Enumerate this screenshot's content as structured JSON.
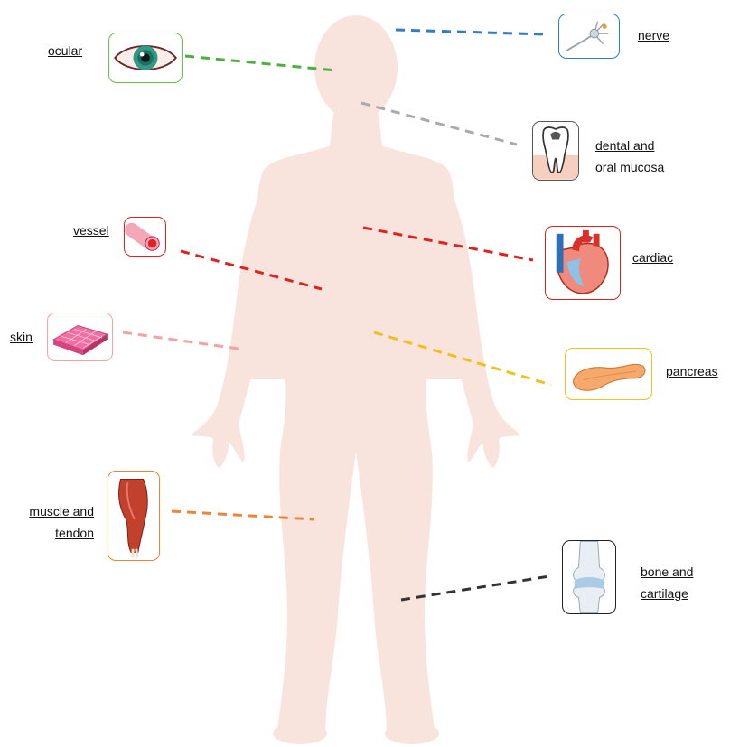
{
  "figure": {
    "labels": {
      "ocular": [
        "ocular"
      ],
      "nerve": [
        "nerve"
      ],
      "dental": [
        "dental and",
        "oral mucosa"
      ],
      "vessel": [
        "vessel"
      ],
      "cardiac": [
        "cardiac"
      ],
      "skin": [
        "skin"
      ],
      "pancreas": [
        "pancreas"
      ],
      "muscle": [
        "muscle and",
        "tendon"
      ],
      "bone": [
        "bone and",
        "cartilage"
      ]
    },
    "colors": {
      "body": "#f8e4dd",
      "ocular": "#4caf3f",
      "nerve": "#2f7dc8",
      "dental": "#aaaaaa",
      "vessel": "#e0221f",
      "cardiac": "#e0221f",
      "skin": "#f4a2a2",
      "pancreas": "#f2c01a",
      "muscle": "#f08436",
      "bone": "#333333"
    }
  }
}
